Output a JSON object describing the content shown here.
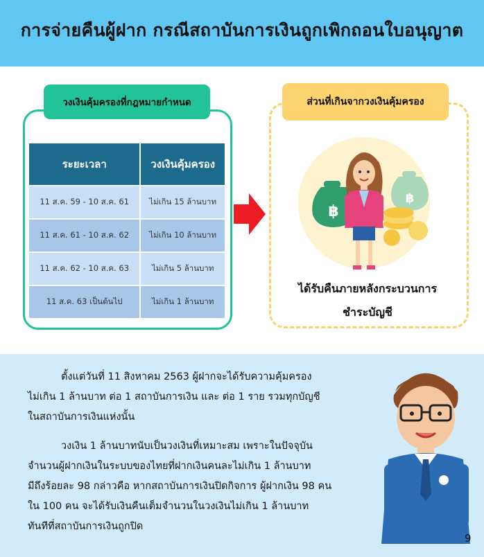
{
  "header": {
    "title": "การจ่ายคืนผู้ฝาก กรณีสถาบันการเงินถูกเพิกถอนใบอนุญาต"
  },
  "left_panel": {
    "tab_label": "วงเงินคุ้มครองที่กฎหมายกำหนด",
    "table": {
      "headers": [
        "ระยะเวลา",
        "วงเงินคุ้มครอง"
      ],
      "rows": [
        [
          "11 ส.ค. 59 - 10 ส.ค. 61",
          "ไม่เกิน 15 ล้านบาท"
        ],
        [
          "11 ส.ค. 61 - 10 ส.ค. 62",
          "ไม่เกิน 10 ล้านบาท"
        ],
        [
          "11 ส.ค. 62 - 10 ส.ค. 63",
          "ไม่เกิน 5 ล้านบาท"
        ],
        [
          "11 ส.ค. 63 เป็นต้นไป",
          "ไม่เกิน 1 ล้านบาท"
        ]
      ]
    }
  },
  "right_panel": {
    "tab_label": "ส่วนที่เกินจากวงเงินคุ้มครอง",
    "caption_line1": "ได้รับคืนภายหลังกระบวนการ",
    "caption_line2": "ชำระบัญชี",
    "coin_symbol": "฿"
  },
  "body_text": {
    "para1_line1": "ตั้งแต่วันที่ 11 สิงหาคม 2563 ผู้ฝากจะได้รับความคุ้มครอง",
    "para1_line2": "ไม่เกิน 1 ล้านบาท ต่อ 1 สถาบันการเงิน และ ต่อ 1 ราย รวมทุกบัญชี",
    "para1_line3": "ในสถาบันการเงินแห่งนั้น",
    "para2_line1": "วงเงิน 1 ล้านบาทนับเป็นวงเงินที่เหมาะสม เพราะในปัจจุบัน",
    "para2_line2": "จำนวนผู้ฝากเงินในระบบของไทยที่ฝากเงินคนละไม่เกิน 1 ล้านบาท",
    "para2_line3": "มีถึงร้อยละ 98 กล่าวคือ หากสถาบันการเงินปิดกิจการ ผู้ฝากเงิน 98 คน",
    "para2_line4": "ใน 100 คน จะได้รับเงินคืนเต็มจำนวนในวงเงินไม่เกิน  1 ล้านบาท",
    "para2_line5": "ทันทีที่สถาบันการเงินถูกปิด"
  },
  "page_number": "9",
  "colors": {
    "header_bg": "#60c6f2",
    "green": "#23c39a",
    "yellow": "#fcd36e",
    "navy": "#1c6b8f",
    "panel_bg": "#d2ebfb",
    "arrow": "#ec1c24"
  },
  "icons": [
    "right-arrow-icon",
    "money-bag-icon",
    "coin-stack-icon"
  ]
}
